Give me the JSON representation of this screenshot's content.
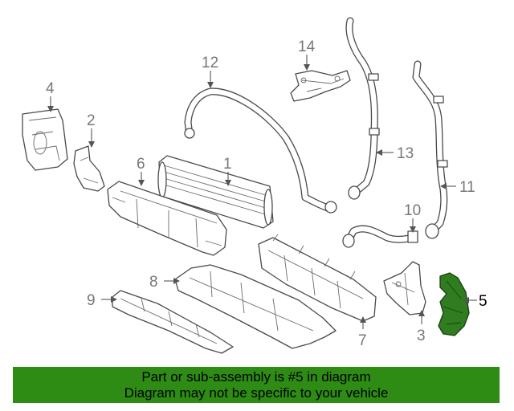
{
  "diagram": {
    "highlight_color": "#2e7d1a",
    "callouts": [
      {
        "id": "1",
        "label": "1"
      },
      {
        "id": "2",
        "label": "2"
      },
      {
        "id": "3",
        "label": "3"
      },
      {
        "id": "4",
        "label": "4"
      },
      {
        "id": "5",
        "label": "5"
      },
      {
        "id": "6",
        "label": "6"
      },
      {
        "id": "7",
        "label": "7"
      },
      {
        "id": "8",
        "label": "8"
      },
      {
        "id": "9",
        "label": "9"
      },
      {
        "id": "10",
        "label": "10"
      },
      {
        "id": "11",
        "label": "11"
      },
      {
        "id": "12",
        "label": "12"
      },
      {
        "id": "13",
        "label": "13"
      },
      {
        "id": "14",
        "label": "14"
      }
    ]
  },
  "banner": {
    "line1": "Part or sub-assembly is #5 in diagram",
    "line2": "Diagram may not be specific to your vehicle",
    "background": "#2e8b14"
  }
}
